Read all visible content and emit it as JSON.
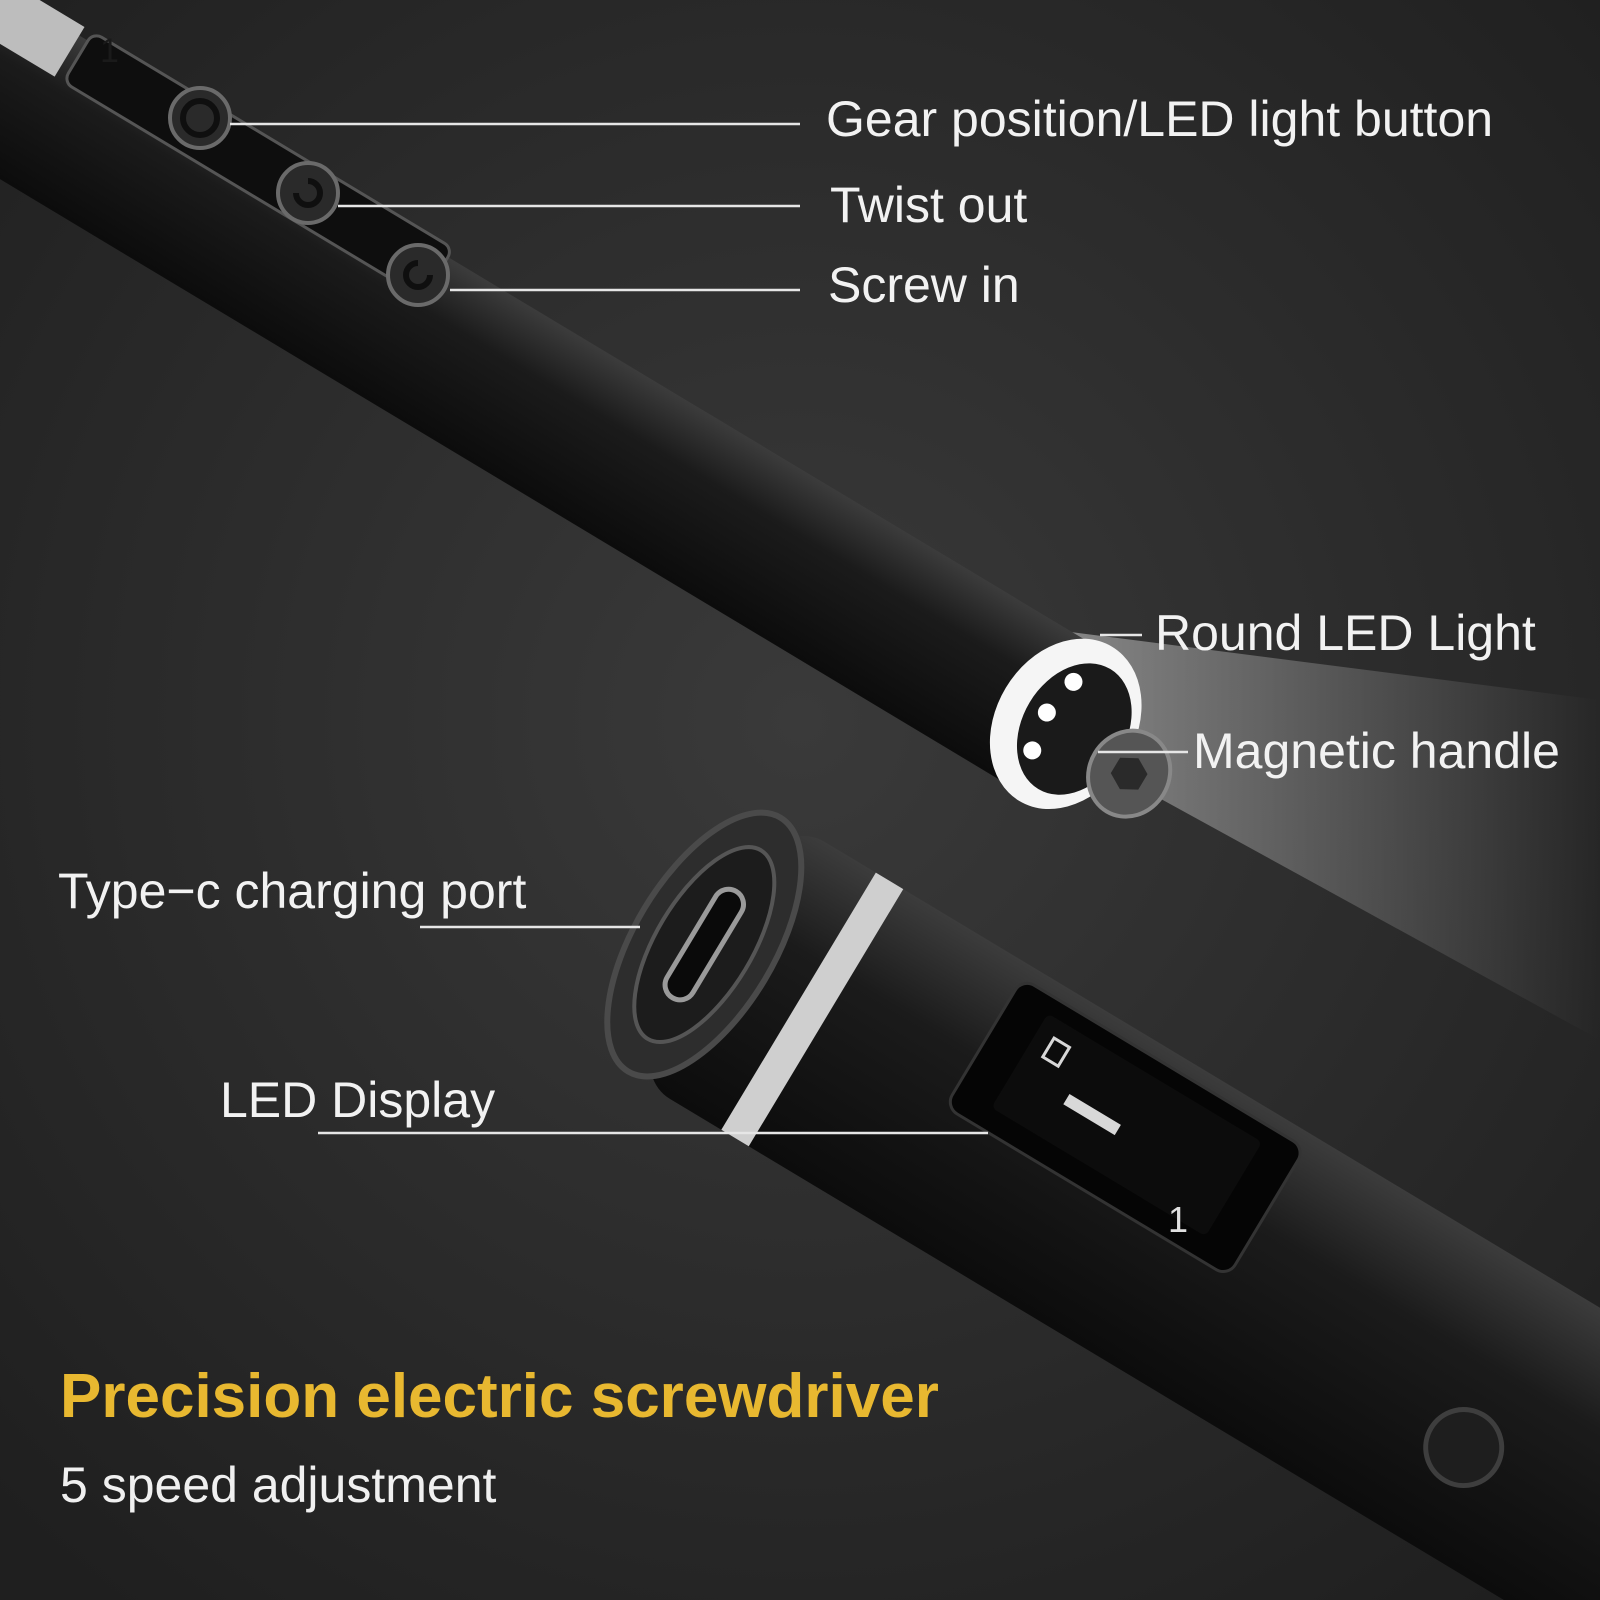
{
  "callouts": {
    "gear_button": "Gear position/LED light button",
    "twist_out": "Twist out",
    "screw_in": "Screw in",
    "round_led": "Round LED Light",
    "magnetic_handle": "Magnetic handle",
    "type_c_port": "Type−c charging port",
    "led_display": "LED Display"
  },
  "headline": {
    "title": "Precision electric screwdriver",
    "subtitle": "5 speed adjustment"
  },
  "display_readout": {
    "top_digit": "1",
    "bottom_digit": "1"
  },
  "colors": {
    "background": "#262626",
    "body": "#141414",
    "headline": "#e8b830",
    "label": "#f2f2f2"
  }
}
